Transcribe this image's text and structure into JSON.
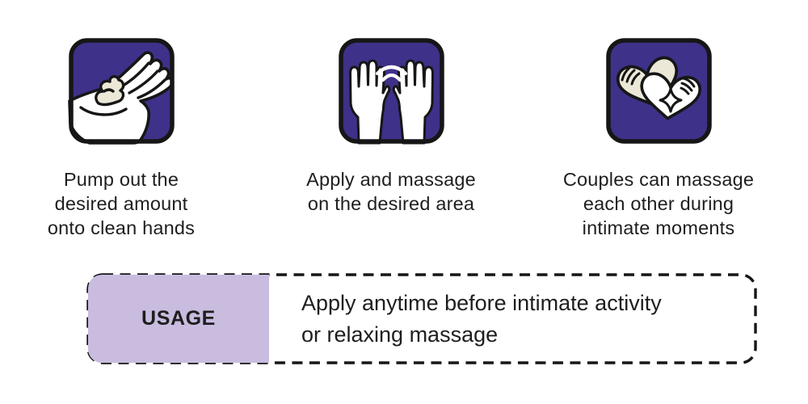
{
  "colors": {
    "icon_bg": "#3e3189",
    "outline": "#161616",
    "hand_fill": "#ffffff",
    "cream_fill": "#ece8d8",
    "text_color": "#1e1e1e",
    "usage_bg": "#c9bcdf",
    "page_bg": "#ffffff"
  },
  "steps": [
    {
      "icon": "hand-with-lotion-icon",
      "lines": [
        "Pump out the",
        "desired amount",
        "onto clean hands"
      ]
    },
    {
      "icon": "massaging-hands-icon",
      "lines": [
        "Apply and massage",
        "on the desired area"
      ]
    },
    {
      "icon": "couple-hearts-icon",
      "lines": [
        "Couples can massage",
        "each other during",
        "intimate moments"
      ]
    }
  ],
  "usage": {
    "label": "USAGE",
    "lines": [
      "Apply anytime before intimate activity",
      "or relaxing massage"
    ]
  }
}
